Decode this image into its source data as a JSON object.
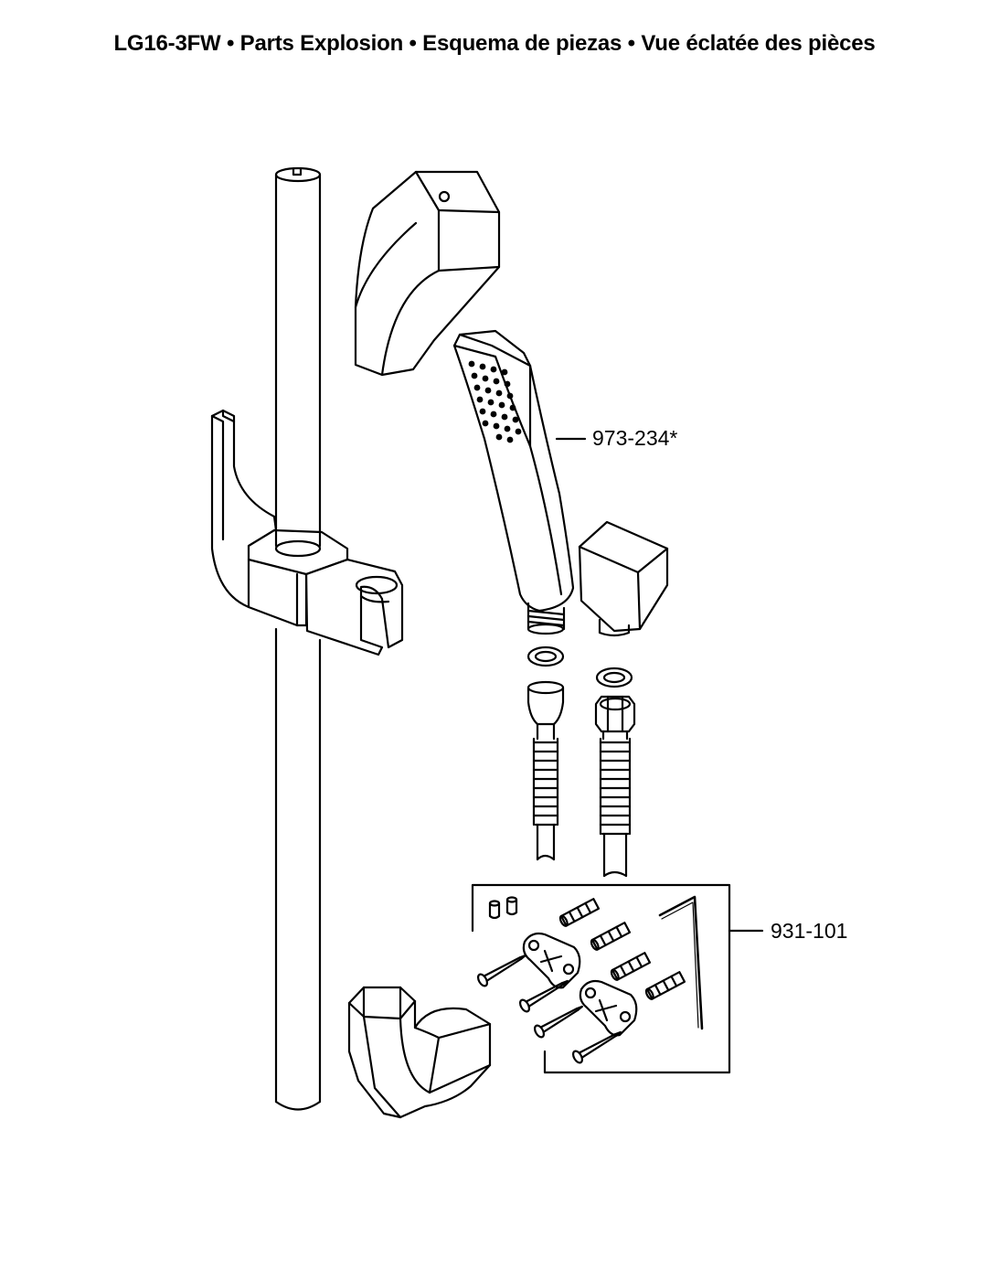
{
  "header": {
    "title": "LG16-3FW • Parts Explosion • Esquema de piezas • Vue éclatée des pièces"
  },
  "callouts": {
    "hand_shower": "973-234*",
    "mounting_kit": "931-101"
  },
  "colors": {
    "line": "#000000",
    "background": "#ffffff",
    "shade": "#9a9a9a"
  }
}
